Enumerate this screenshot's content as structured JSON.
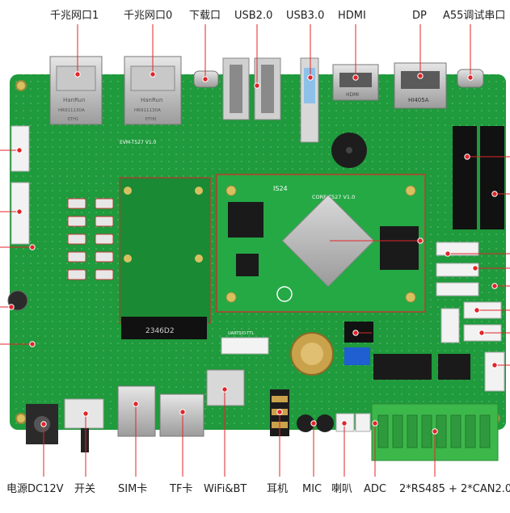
{
  "labels": {
    "top": [
      "千兆网口1",
      "千兆网口0",
      "下载口",
      "USB2.0",
      "USB3.0",
      "HDMI",
      "DP",
      "A55调试串口"
    ],
    "bottom": [
      "电源DC12V",
      "开关",
      "SIM卡",
      "TF卡",
      "WiFi&BT",
      "耳机",
      "MIC",
      "喇叭",
      "ADC",
      "2*RS485 + 2*CAN2.0"
    ]
  },
  "silkscreen": {
    "board_name": "EVM-T527 V1.0",
    "core_name": "CORE-T527 V1.0",
    "core_logo": "IS24",
    "eth_brand_1": "HanRun",
    "eth_brand_2": "HanRun",
    "eth_part_1": "HR911130A",
    "eth_part_2": "HR911130A",
    "eth_sub_1": "ETH1",
    "eth_sub_2": "ETH0",
    "m2_code": "2346D2",
    "hdmi_part": "HDMI",
    "dp_part": "HI405A",
    "uart_lbl": "UART0/D-TTL"
  },
  "colors": {
    "pcb": "#1f9a3c",
    "pcb_dark": "#157a2c",
    "callout": "#e0252a",
    "terminal": "#3cb84a"
  }
}
